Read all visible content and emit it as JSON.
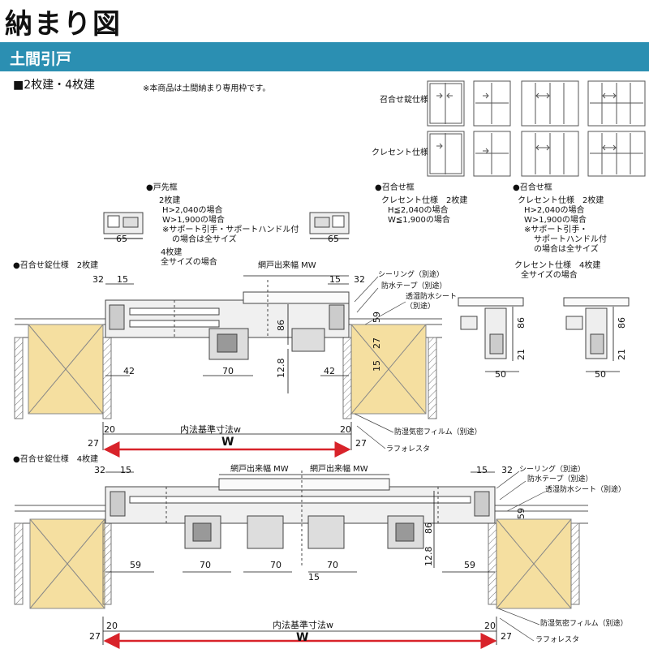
{
  "title": "納まり図",
  "section": "土間引戸",
  "subtitle": "■2枚建・4枚建",
  "note": "※本商品は土間納まり専用枠です。",
  "legend": {
    "row1": "召合せ錠仕様",
    "row2": "クレセント仕様"
  },
  "details": {
    "tosaki": {
      "head": "●戸先框",
      "l1": "2枚建",
      "l2": "H>2,040の場合",
      "l3": "W>1,900の場合",
      "l4": "※サポート引手・サポートハンドル付",
      "l5": "の場合は全サイズ",
      "l6": "4枚建",
      "l7": "全サイズの場合",
      "dimL": "65",
      "dimR": "65"
    },
    "mid": {
      "head": "●召合せ框",
      "l1": "クレセント仕様　2枚建",
      "l2": "H≦2,040の場合",
      "l3": "W≦1,900の場合"
    },
    "right": {
      "head": "●召合せ框",
      "l1": "クレセント仕様　2枚建",
      "l2": "H>2,040の場合",
      "l3": "W>1,900の場合",
      "l4": "※サポート引手・",
      "l5": "サポートハンドル付",
      "l6": "の場合は全サイズ",
      "l7": "クレセント仕様　4枚建",
      "l8": "全サイズの場合"
    }
  },
  "plan2": {
    "head": "●召合せ錠仕様　2枚建",
    "screen": "網戸出来幅 MW",
    "d32a": "32",
    "d15a": "15",
    "d15b": "15",
    "d32b": "32",
    "d86": "86",
    "d59": "59",
    "d27v": "27",
    "d15v": "15",
    "d128": "12.8",
    "d42a": "42",
    "d70": "70",
    "d42b": "42",
    "d20a": "20",
    "d20b": "20",
    "d27a": "27",
    "d27b": "27",
    "inner": "内法基準寸法w",
    "W": "W",
    "sealing": "シーリング（別途）",
    "tape": "防水テープ（別途）",
    "sheet1": "透湿防水シート",
    "sheet2": "（別途）",
    "film": "防湿気密フィルム（別途）",
    "lath": "ラフォレスタ",
    "s1d86": "86",
    "s1d21": "21",
    "s1d50": "50",
    "s2d86": "86",
    "s2d21": "21",
    "s2d50": "50"
  },
  "plan4": {
    "head": "●召合せ錠仕様　4枚建",
    "screen1": "網戸出来幅 MW",
    "screen2": "網戸出来幅 MW",
    "d32a": "32",
    "d15a": "15",
    "d15b": "15",
    "d32b": "32",
    "d59": "59",
    "d86": "86",
    "d128": "12.8",
    "d59a": "59",
    "d70a": "70",
    "d70b": "70",
    "d70c": "70",
    "d59b": "59",
    "d15c": "15",
    "d20a": "20",
    "d20b": "20",
    "d27a": "27",
    "d27b": "27",
    "inner": "内法基準寸法w",
    "W": "W",
    "sealing": "シーリング（別途）",
    "tape": "防水テープ（別途）",
    "sheet": "透湿防水シート（別途）",
    "film": "防湿気密フィルム（別途）",
    "lath": "ラフォレスタ"
  },
  "colors": {
    "band": "#2b8fb2",
    "wood": "#f5dfa0",
    "arrow": "#d8232a",
    "frame": "#c8c8c8"
  }
}
